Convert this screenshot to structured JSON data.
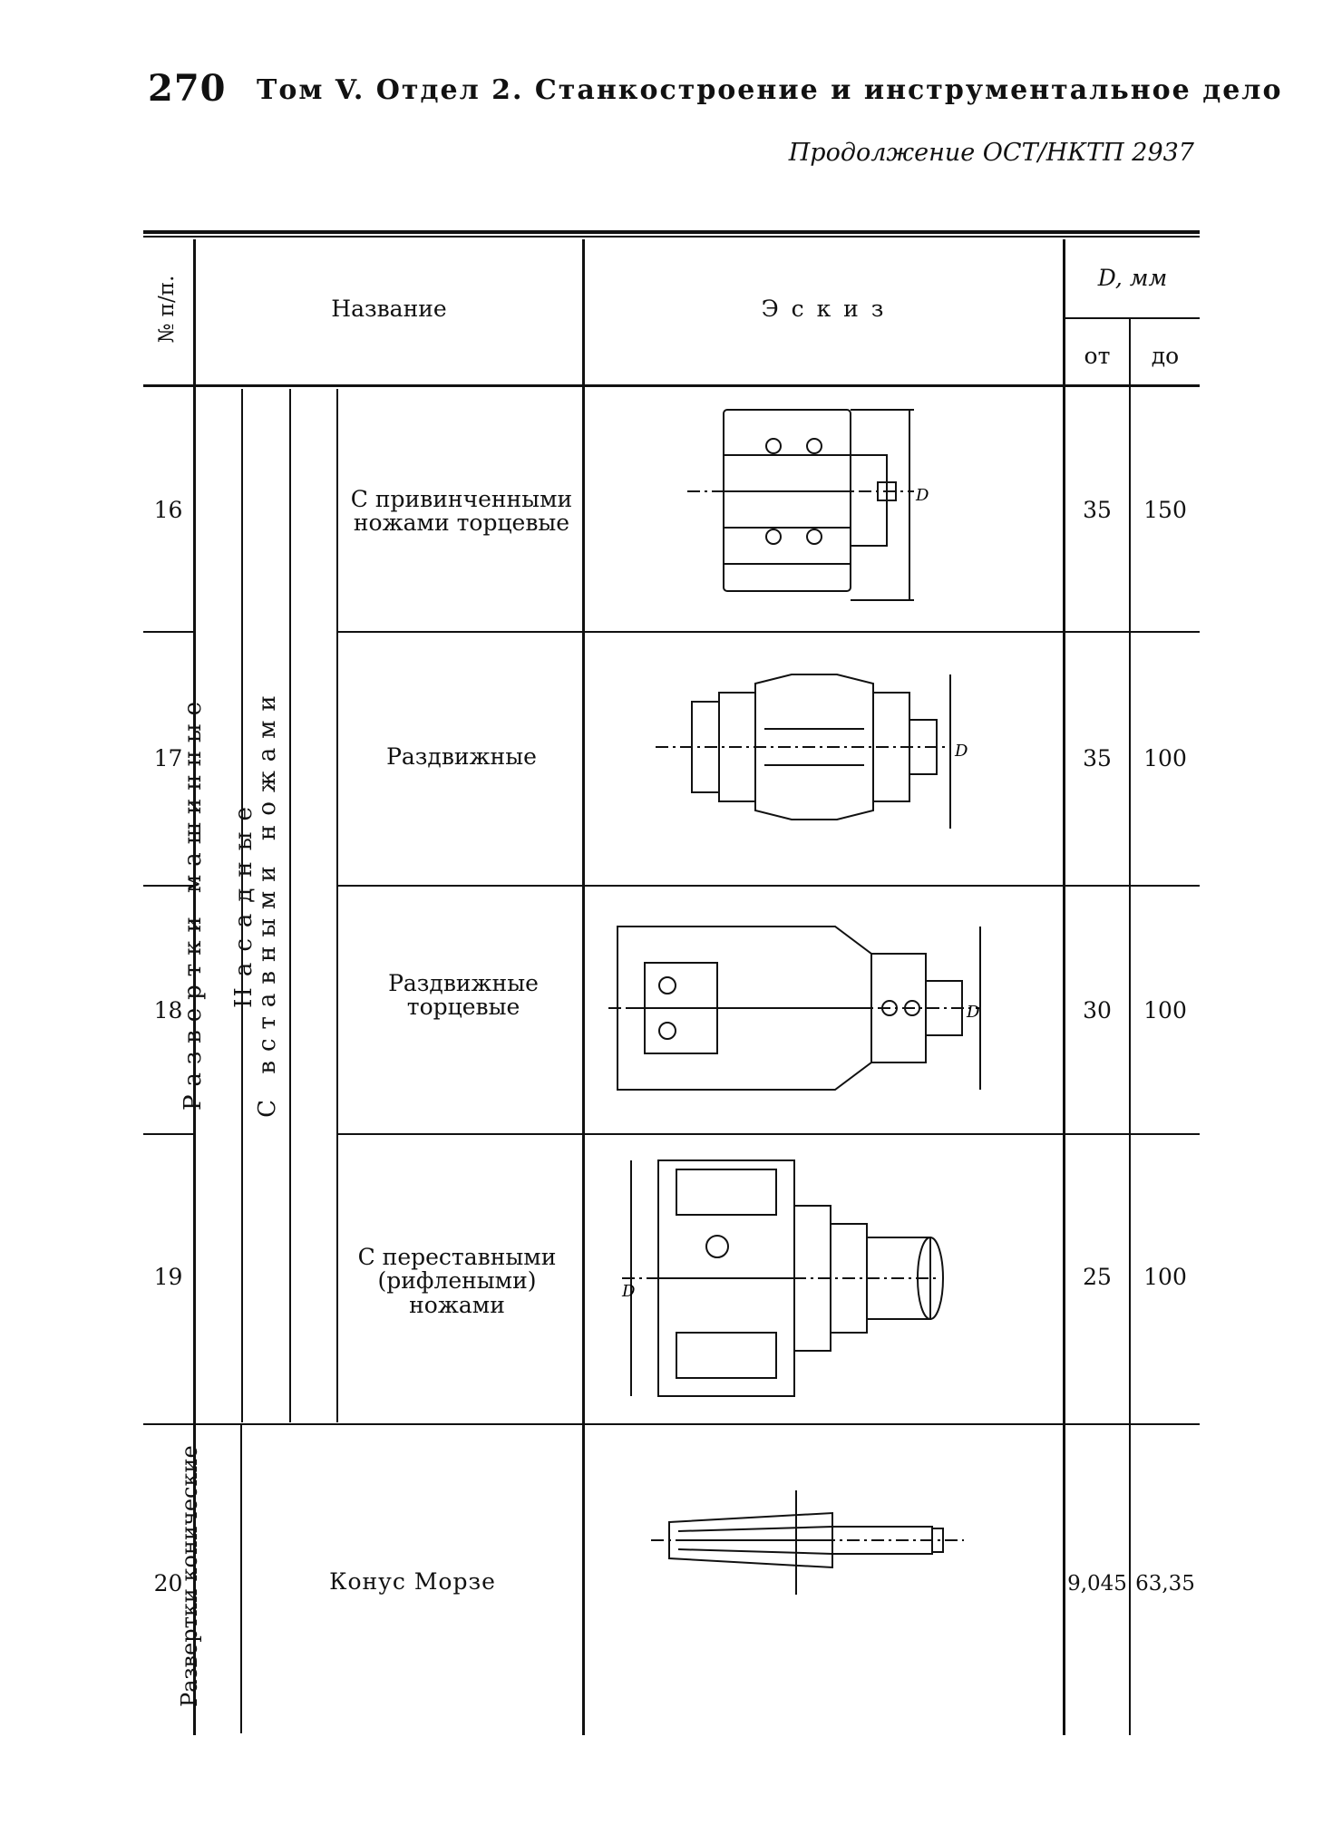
{
  "header": {
    "page_number": "270",
    "running_head": "Том V. Отдел 2. Станкостроение и инструментальное дело",
    "continuation": "Продолжение ОСТ/НКТП 2937"
  },
  "table": {
    "col_headers": {
      "number": "№ п/п.",
      "name": "Название",
      "sketch": "Э с к и з",
      "diameter": "D, мм",
      "from": "от",
      "to": "до"
    },
    "groups": {
      "level1": "Развертки машинные",
      "level2": "Насадные",
      "level3": "С вставными ножами",
      "conical": "Развертки конические"
    },
    "rows": [
      {
        "num": "16",
        "name": "С привинченными ножами торцевые",
        "from": "35",
        "to": "150",
        "sketch_icon": "reamer-screwed-blades-face-icon"
      },
      {
        "num": "17",
        "name": "Раздвижные",
        "from": "35",
        "to": "100",
        "sketch_icon": "reamer-expanding-icon"
      },
      {
        "num": "18",
        "name": "Раздвижные торцевые",
        "from": "30",
        "to": "100",
        "sketch_icon": "reamer-expanding-face-icon"
      },
      {
        "num": "19",
        "name": "С переставными (рифлеными) ножами",
        "from": "25",
        "to": "100",
        "sketch_icon": "reamer-adjustable-blades-icon"
      },
      {
        "num": "20",
        "name": "Конус Морзе",
        "from": "9,045",
        "to": "63,35",
        "sketch_icon": "morse-taper-reamer-icon"
      }
    ],
    "sketch_dimension_label": "D"
  }
}
